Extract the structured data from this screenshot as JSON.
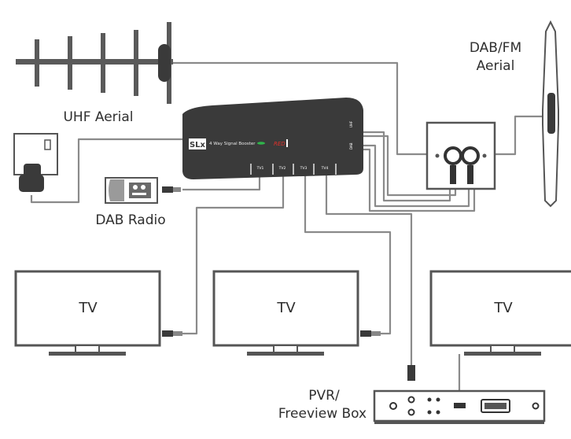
{
  "labels": {
    "uhf_aerial": "UHF Aerial",
    "dabfm_aerial_line1": "DAB/FM",
    "dabfm_aerial_line2": "Aerial",
    "dab_radio": "DAB Radio",
    "tv_1": "TV",
    "tv_2": "TV",
    "tv_3": "TV",
    "pvr_line1": "PVR/",
    "pvr_line2": "Freeview Box"
  },
  "booster": {
    "brand": "SLx",
    "model": "4 Way Signal Booster",
    "badge": "RED",
    "port_in_1": "UHF",
    "port_in_2": "DAB",
    "outputs": [
      "TV1",
      "TV2",
      "TV3",
      "TV4"
    ]
  },
  "colors": {
    "booster_body": "#3a3a3a",
    "cable": "#8a8a8a",
    "outline": "#555555",
    "badge": "#e0302a",
    "led": "#2fb54a"
  }
}
